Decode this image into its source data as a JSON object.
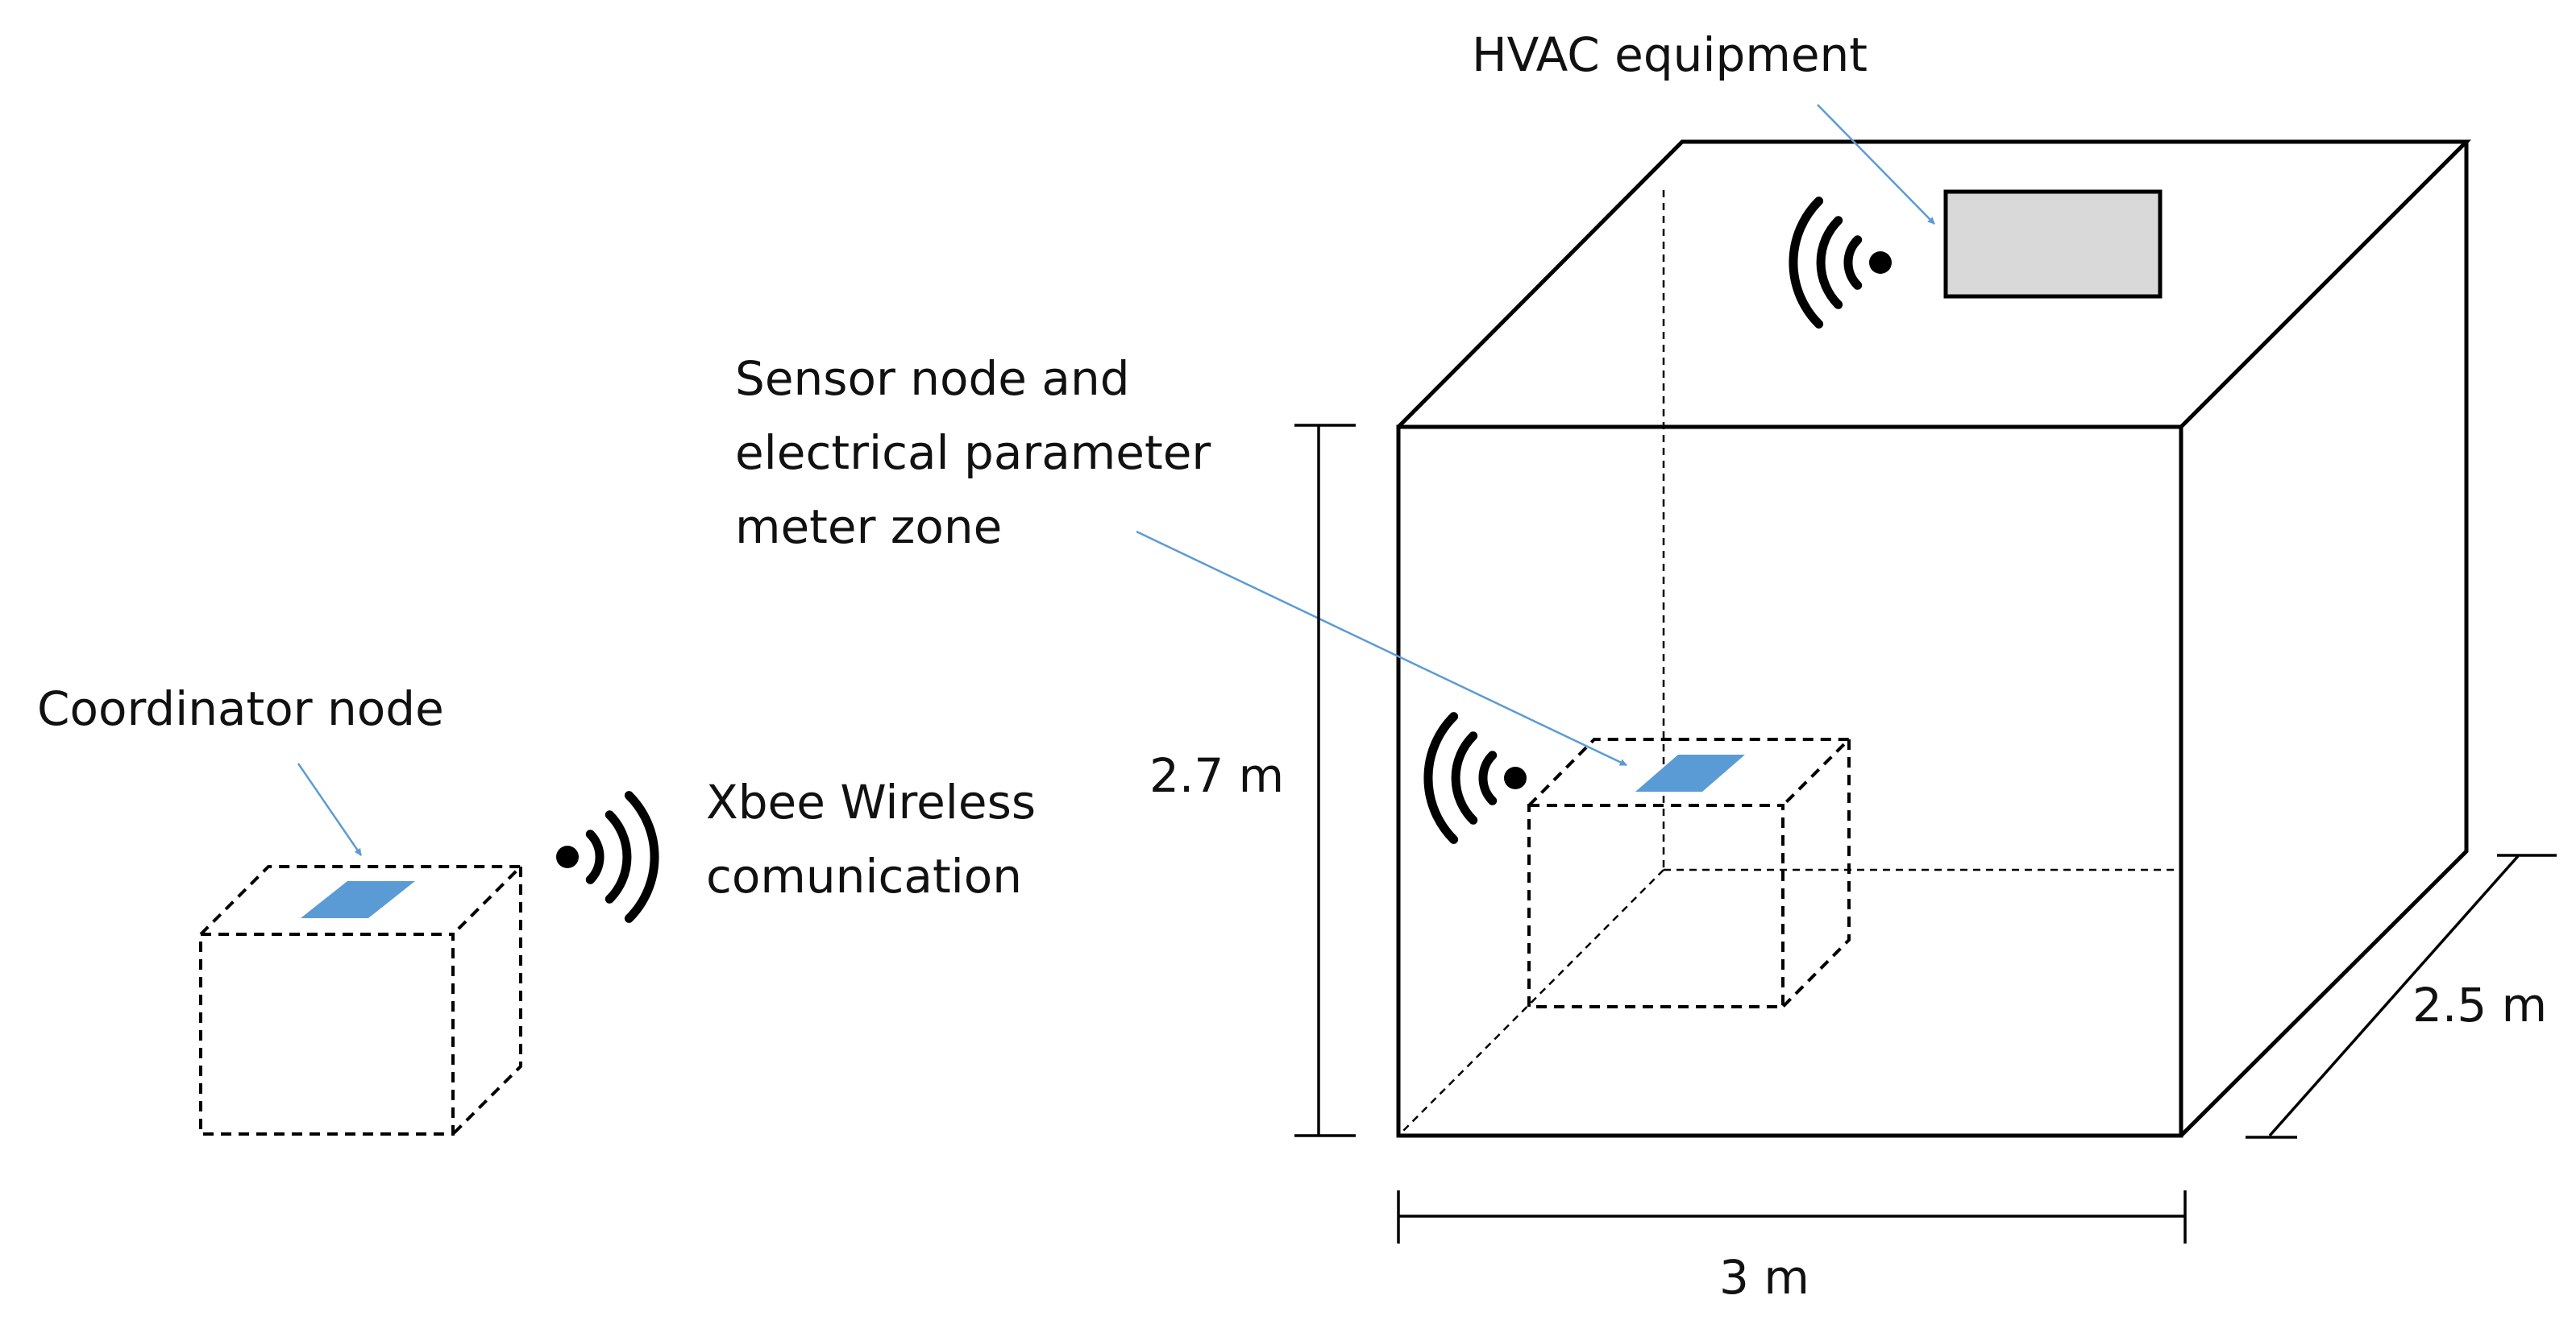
{
  "labels": {
    "hvac": "HVAC equipment",
    "sensor": [
      "Sensor node and",
      "electrical parameter",
      "meter zone"
    ],
    "coordinator": "Coordinator node",
    "xbee": [
      "Xbee Wireless",
      "comunication"
    ]
  },
  "dimensions": {
    "height": "2.7 m",
    "width": "3 m",
    "depth": "2.5 m"
  },
  "colors": {
    "leader": "#5b9bd5",
    "node_pad": "#5b9bd5",
    "hvac_box": "#d9d9d9",
    "line": "#000000"
  },
  "icons": [
    "wifi-signal-icon"
  ]
}
